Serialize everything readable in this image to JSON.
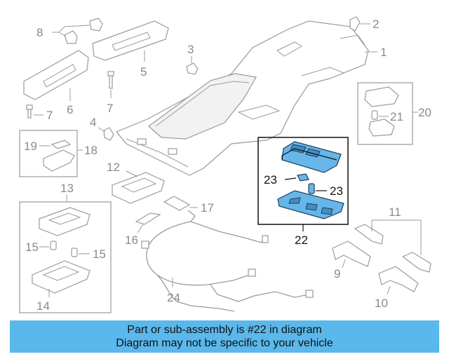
{
  "callouts": {
    "c1": "1",
    "c2": "2",
    "c3": "3",
    "c4": "4",
    "c5": "5",
    "c6": "6",
    "c7a": "7",
    "c7b": "7",
    "c8": "8",
    "c9": "9",
    "c10": "10",
    "c11": "11",
    "c12": "12",
    "c13": "13",
    "c14": "14",
    "c15a": "15",
    "c15b": "15",
    "c16": "16",
    "c17": "17",
    "c18": "18",
    "c19": "19",
    "c20": "20",
    "c21": "21",
    "c22": "22",
    "c23a": "23",
    "c23b": "23",
    "c24": "24"
  },
  "banner": {
    "line1": "Part or sub-assembly is #22 in diagram",
    "line2": "Diagram may not be specific to your vehicle"
  },
  "colors": {
    "highlight": "#67b6ea",
    "banner": "#5ab8ec",
    "line": "#9a9a9a"
  }
}
